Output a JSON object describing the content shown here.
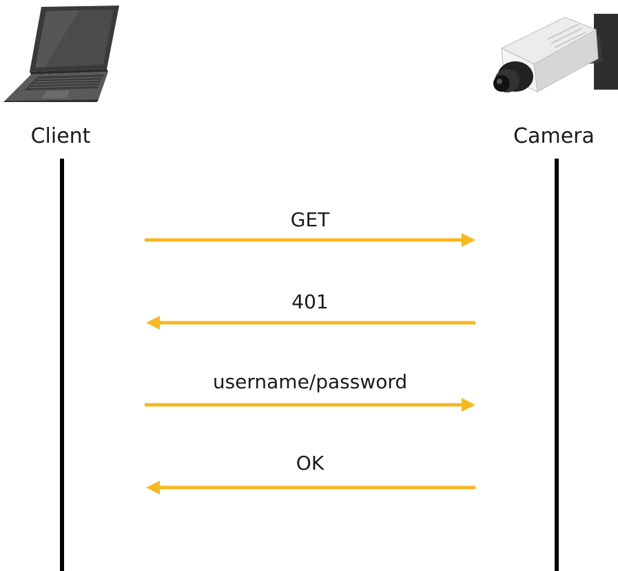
{
  "participants": {
    "client": {
      "label": "Client",
      "icon": "laptop-icon"
    },
    "camera": {
      "label": "Camera",
      "icon": "security-camera-icon"
    }
  },
  "messages": [
    {
      "label": "GET",
      "direction": "client-to-camera"
    },
    {
      "label": "401",
      "direction": "camera-to-client"
    },
    {
      "label": "username/password",
      "direction": "client-to-camera"
    },
    {
      "label": "OK",
      "direction": "camera-to-client"
    }
  ],
  "colors": {
    "arrow": "#F5B820",
    "lifeline": "#000000",
    "text": "#1a1a1a"
  }
}
